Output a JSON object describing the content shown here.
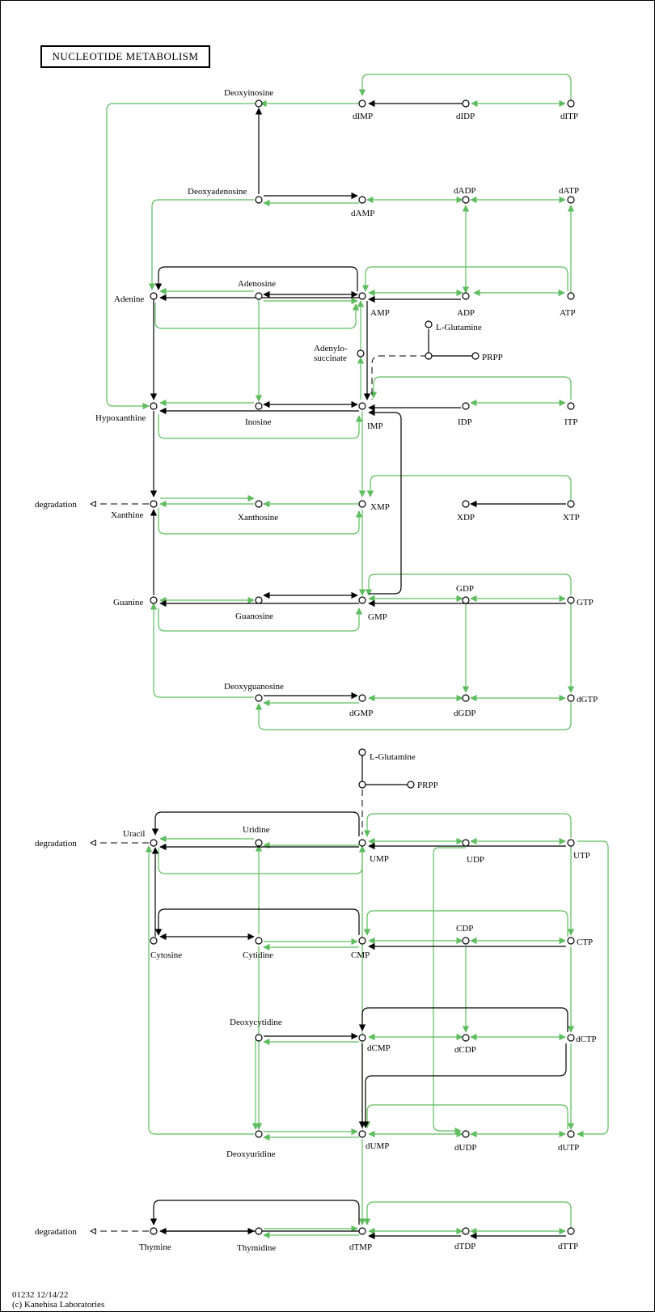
{
  "title": "NUCLEOTIDE METABOLISM",
  "footer": {
    "map_id_date": "01232 12/14/22",
    "copyright": "(c) Kanehisa Laboratories"
  },
  "colors": {
    "enzyme_link": "#5ebd5e",
    "link": "#000000",
    "background": "#ffffff"
  },
  "labels": {
    "deoxyinosine": "Deoxyinosine",
    "dimp": "dIMP",
    "didp": "dIDP",
    "ditp": "dITP",
    "deoxyadenosine": "Deoxyadenosine",
    "damp": "dAMP",
    "dadp": "dADP",
    "datp": "dATP",
    "adenine": "Adenine",
    "adenosine": "Adenosine",
    "amp": "AMP",
    "adp": "ADP",
    "atp": "ATP",
    "lglutamine1": "L-Glutamine",
    "prpp1": "PRPP",
    "adenylo1": "Adenylo-",
    "adenylo2": "succinate",
    "hypoxanthine": "Hypoxanthine",
    "inosine": "Inosine",
    "imp": "IMP",
    "idp": "IDP",
    "itp": "ITP",
    "degradation1": "degradation",
    "xanthine": "Xanthine",
    "xanthosine": "Xanthosine",
    "xmp": "XMP",
    "xdp": "XDP",
    "xtp": "XTP",
    "guanine": "Guanine",
    "guanosine": "Guanosine",
    "gmp": "GMP",
    "gdp": "GDP",
    "gtp": "GTP",
    "deoxyguanosine": "Deoxyguanosine",
    "dgmp": "dGMP",
    "dgdp": "dGDP",
    "dgtp": "dGTP",
    "lglutamine2": "L-Glutamine",
    "prpp2": "PRPP",
    "degradation2": "degradation",
    "uracil": "Uracil",
    "uridine": "Uridine",
    "ump": "UMP",
    "udp": "UDP",
    "utp": "UTP",
    "cytosine": "Cytosine",
    "cytidine": "Cytidine",
    "cmp": "CMP",
    "cdp": "CDP",
    "ctp": "CTP",
    "deoxycytidine": "Deoxycytidine",
    "dcmp": "dCMP",
    "dcdp": "dCDP",
    "dctp": "dCTP",
    "deoxyuridine": "Deoxyuridine",
    "dump": "dUMP",
    "dudp": "dUDP",
    "dutp": "dUTP",
    "degradation3": "degradation",
    "thymine": "Thymine",
    "thymidine": "Thymidine",
    "dtmp": "dTMP",
    "dtdp": "dTDP",
    "dttp": "dTTP"
  }
}
